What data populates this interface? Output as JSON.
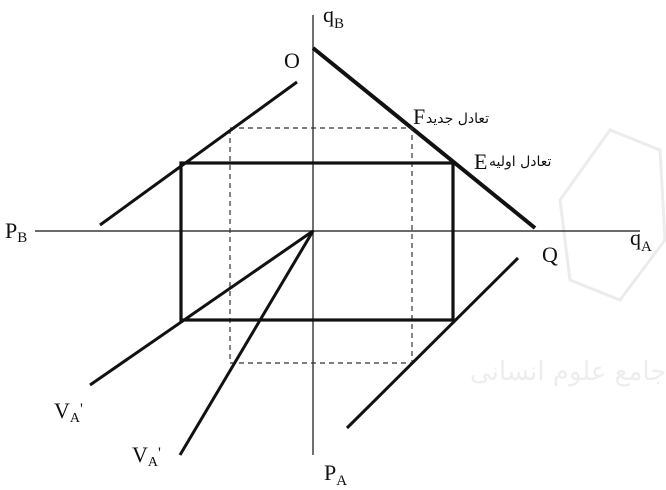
{
  "labels": {
    "qB": "q",
    "qB_sub": "B",
    "qA": "q",
    "qA_sub": "A",
    "PB": "P",
    "PB_sub": "B",
    "PA": "P",
    "PA_sub": "A",
    "O": "O",
    "Q": "Q",
    "F": "F",
    "E": "E",
    "new_equilibrium": "تعادل جدید",
    "initial_equilibrium": "تعادل اولیه",
    "VA1": "V",
    "VA1_sub": "A",
    "VA1_mark": "'",
    "VA2": "V",
    "VA2_sub": "A",
    "VA2_mark": "'"
  },
  "watermark": {
    "text": "پرتال جامع علوم انسانی",
    "color": "#e3e3e3"
  },
  "colors": {
    "ink": "#111111",
    "dashed": "#333333",
    "background": "#ffffff"
  }
}
